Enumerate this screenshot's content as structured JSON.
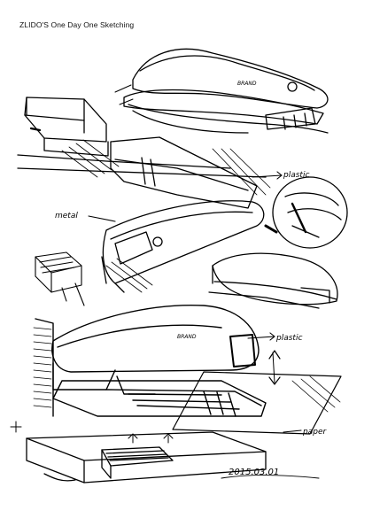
{
  "header": {
    "title": "ZLIDO'S One Day One Sketching"
  },
  "annotations": {
    "plastic_top": "plastic",
    "metal": "metal",
    "plastic_mid": "plastic",
    "paper": "paper",
    "brand_top": "BRAND",
    "brand_mid": "BRAND",
    "date": "2015.03.01"
  }
}
